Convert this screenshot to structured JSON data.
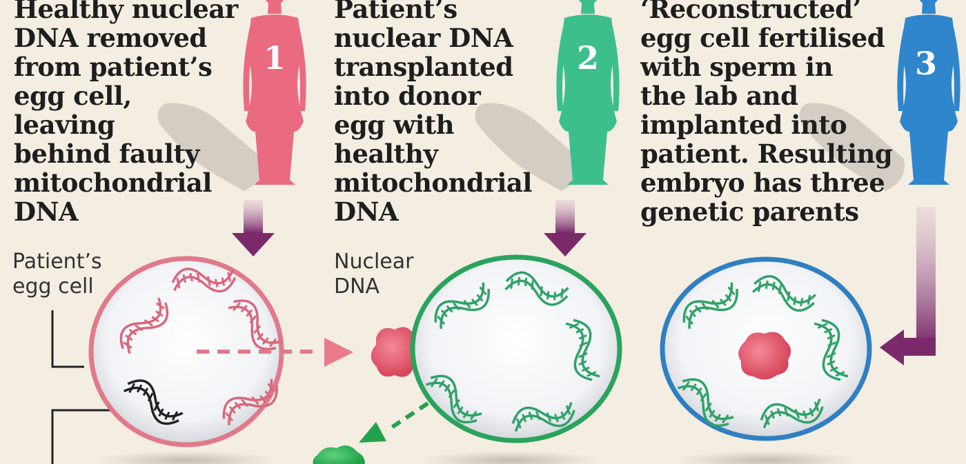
{
  "steps": [
    {
      "number": "1",
      "text": "Healthy nuclear\nDNA removed\nfrom patient’s\negg cell,\nleaving\nbehind faulty\nmitochondrial\nDNA",
      "color": "#ea6b80"
    },
    {
      "number": "2",
      "text": "Patient’s\nnuclear DNA\ntransplanted\ninto donor\negg with\nhealthy\nmitochondrial\nDNA",
      "color": "#3dbf8c"
    },
    {
      "number": "3",
      "text": "‘Reconstructed’\negg cell fertilised\nwith sperm in\nthe lab and\nimplanted into\npatient. Resulting\nembryo has three\ngenetic parents",
      "color": "#2f86cc"
    }
  ],
  "labels": {
    "patient_egg": "Patient’s\negg cell",
    "nuclear_dna": "Nuclear\nDNA"
  },
  "colors": {
    "background": "#f4ede2",
    "arrow_purple": "#7a2a6a",
    "dna_pink": "#d9677c",
    "dna_green": "#2fa267",
    "nucleus": "#e0566a",
    "cell1_ring": "#e07a8a",
    "cell2_ring": "#2aa35c",
    "cell3_ring": "#2f7fc2"
  }
}
